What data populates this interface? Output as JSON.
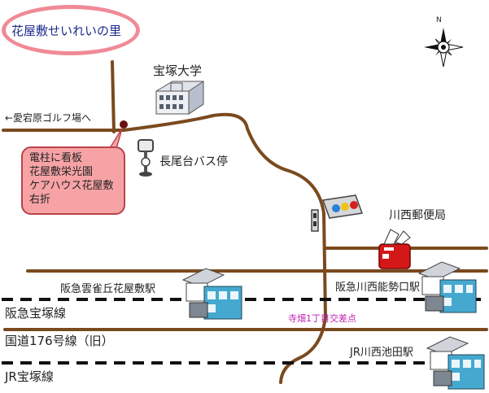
{
  "title": "花屋敷せいれいの里",
  "compass": {
    "north_label": "N",
    "icon": "compass-rose-icon"
  },
  "landmarks": {
    "university": "宝塚大学",
    "bus_stop": "長尾台バス停",
    "post_office": "川西郵便局"
  },
  "directions": {
    "golf": "←愛宕原ゴルフ場へ"
  },
  "callout_lines": [
    "電柱に看板",
    "花屋敷栄光園",
    "ケアハウス花屋敷",
    "右折"
  ],
  "stations": {
    "hanayashiki": "阪急雲雀丘花屋敷駅",
    "noseguchi": "阪急川西能勢口駅",
    "ikedaeki": "JR川西池田駅"
  },
  "lines": {
    "hankyu": "阪急宝塚線",
    "route176": "国道176号線（旧）",
    "jr": "JR宝塚線"
  },
  "intersection": "寺畑1丁目交差点",
  "colors": {
    "road": "#7a4a1e",
    "rail": "#111111",
    "title_text": "#1a2a8a",
    "title_border": "#f08a96",
    "callout_fill": "#f7a3a6",
    "intersection_text": "#c21fb0"
  }
}
